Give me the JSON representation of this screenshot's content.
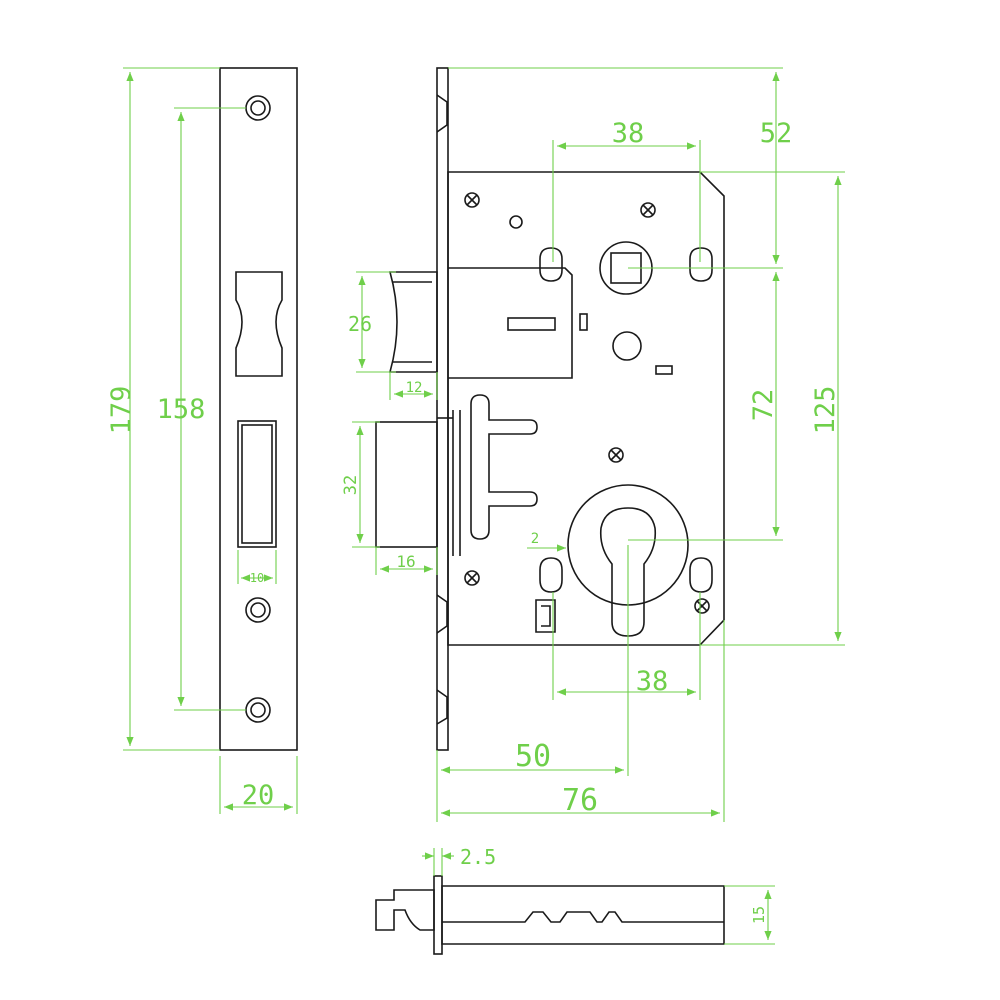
{
  "dimensions": {
    "faceplate_length": "179",
    "screw_spacing": "158",
    "faceplate_width": "20",
    "bolt_width": "10",
    "top_handle_spacing": "38",
    "top_offset": "52",
    "center_distance": "72",
    "case_height": "125",
    "latch_height": "26",
    "latch_projection": "12",
    "deadbolt_height": "32",
    "deadbolt_projection": "16",
    "small_gap": "2",
    "bottom_spacing": "38",
    "backset": "50",
    "case_depth": "76",
    "plate_thickness": "2.5",
    "body_thickness": "15"
  },
  "colors": {
    "dimension": "#6fcf4a",
    "outline": "#1a1a1a"
  }
}
